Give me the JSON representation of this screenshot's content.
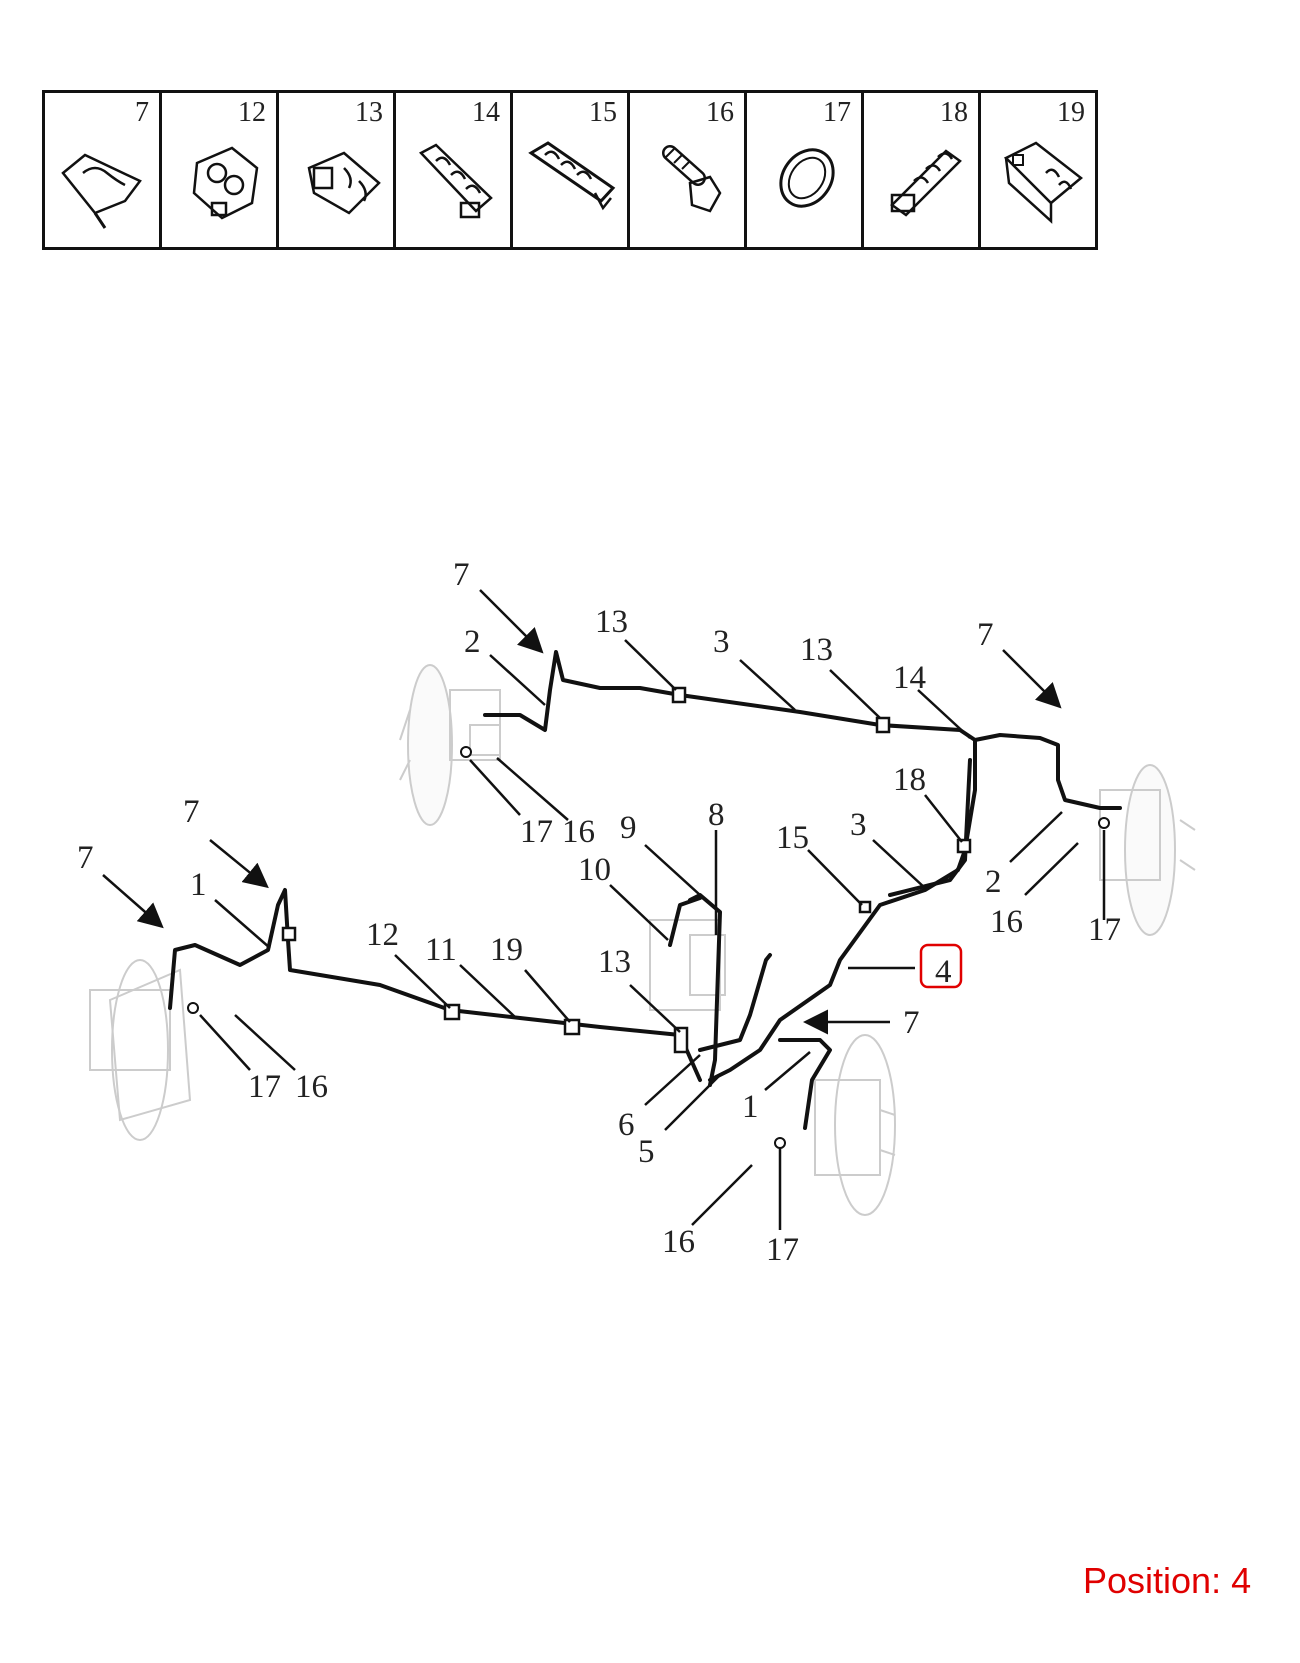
{
  "legend": [
    {
      "num": "7",
      "icon": "spring-clip-icon"
    },
    {
      "num": "12",
      "icon": "double-pipe-clip-icon"
    },
    {
      "num": "13",
      "icon": "pipe-bracket-clip-icon"
    },
    {
      "num": "14",
      "icon": "triple-pipe-clip-icon"
    },
    {
      "num": "15",
      "icon": "quad-pipe-clip-icon"
    },
    {
      "num": "16",
      "icon": "banjo-bolt-icon"
    },
    {
      "num": "17",
      "icon": "copper-washer-icon"
    },
    {
      "num": "18",
      "icon": "multi-pipe-clip-icon"
    },
    {
      "num": "19",
      "icon": "pipe-holder-clip-icon"
    }
  ],
  "callouts": {
    "c7_top": "7",
    "c2_left": "2",
    "c13_a": "13",
    "c3_top": "3",
    "c13_b": "13",
    "c14": "14",
    "c7_right": "7",
    "c17_rl": "17",
    "c16_rl": "16",
    "c18": "18",
    "c3_mid": "3",
    "c2_right": "2",
    "c16_rr": "16",
    "c17_rr": "17",
    "c9": "9",
    "c8": "8",
    "c10": "10",
    "c15": "15",
    "c7_fl1": "7",
    "c7_fl2": "7",
    "c1_left": "1",
    "c12": "12",
    "c11": "11",
    "c19": "19",
    "c13_c": "13",
    "c4": "4",
    "c7_fr": "7",
    "c17_fl": "17",
    "c16_fl": "16",
    "c6": "6",
    "c5": "5",
    "c1_right": "1",
    "c16_fr": "16",
    "c17_fr": "17"
  },
  "highlight_color": "#e00000",
  "position_text": "Position: 4"
}
